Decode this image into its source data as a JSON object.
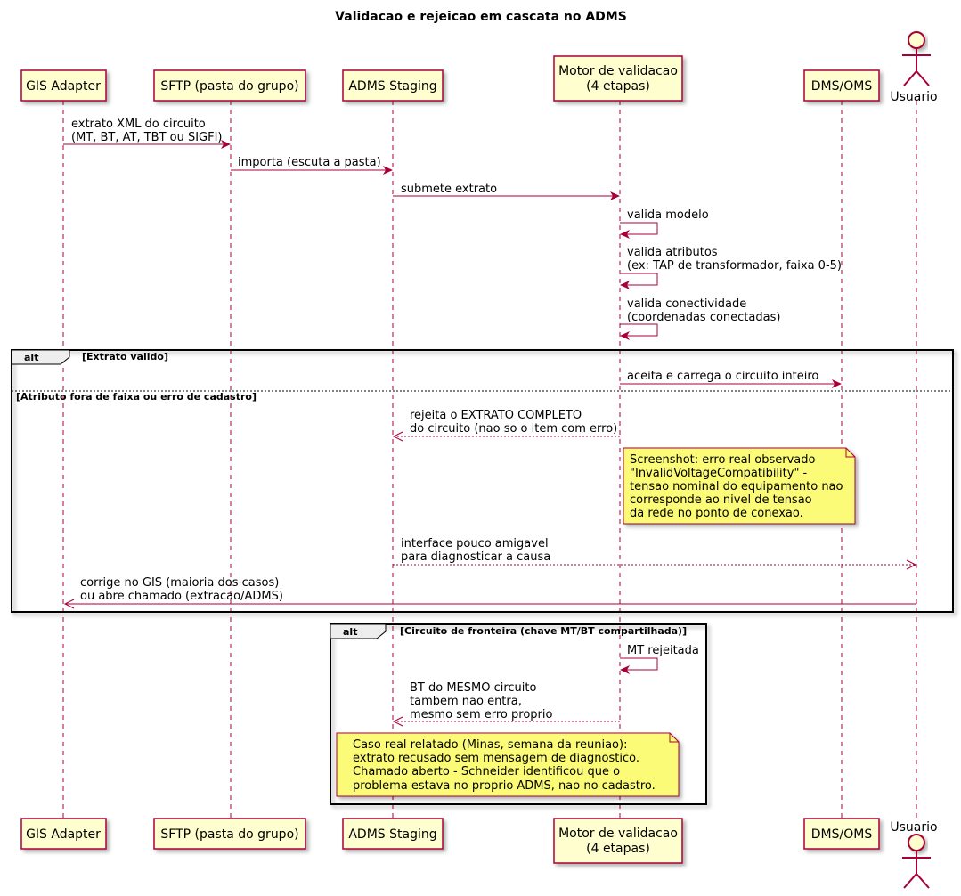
{
  "title": "Validacao e rejeicao em cascata no ADMS",
  "colors": {
    "participant_fill": "#FEFECE",
    "arrow": "#A80036",
    "note_fill": "#FBFB77",
    "frame": "#000000"
  },
  "participants": {
    "gis": {
      "label": "GIS Adapter"
    },
    "sftp": {
      "label": "SFTP (pasta do grupo)"
    },
    "staging": {
      "label": "ADMS Staging"
    },
    "motor": {
      "line1": "Motor de validacao",
      "line2": "(4 etapas)"
    },
    "dms": {
      "label": "DMS/OMS"
    },
    "user": {
      "label": "Usuario",
      "icon": "actor-icon"
    }
  },
  "messages": {
    "m1": {
      "l1": "extrato XML do circuito",
      "l2": "(MT, BT, AT, TBT ou SIGFI)"
    },
    "m2": {
      "l1": "importa (escuta a pasta)"
    },
    "m3": {
      "l1": "submete extrato"
    },
    "m4": {
      "l1": "valida modelo"
    },
    "m5": {
      "l1": "valida atributos",
      "l2": "(ex: TAP de transformador, faixa 0-5)"
    },
    "m6": {
      "l1": "valida conectividade",
      "l2": "(coordenadas conectadas)"
    },
    "m7": {
      "l1": "aceita e carrega o circuito inteiro"
    },
    "m8": {
      "l1": "rejeita o EXTRATO COMPLETO",
      "l2": "do circuito (nao so o item com erro)"
    },
    "m9": {
      "l1": "interface pouco amigavel",
      "l2": "para diagnosticar a causa"
    },
    "m10": {
      "l1": "corrige no GIS (maioria dos casos)",
      "l2": "ou abre chamado (extracao/ADMS)"
    },
    "m11": {
      "l1": "MT rejeitada"
    },
    "m12": {
      "l1": "BT do MESMO circuito",
      "l2": "tambem nao entra,",
      "l3": "mesmo sem erro proprio"
    }
  },
  "groups": {
    "alt1": {
      "keyword": "alt",
      "guard1": "[Extrato valido]",
      "guard2": "[Atributo fora de faixa ou erro de cadastro]"
    },
    "alt2": {
      "keyword": "alt",
      "guard1": "[Circuito de fronteira (chave MT/BT compartilhada)]"
    }
  },
  "notes": {
    "n1": {
      "l1": "Screenshot: erro real observado",
      "l2": "\"InvalidVoltageCompatibility\" -",
      "l3": "tensao nominal do equipamento nao",
      "l4": "corresponde ao nivel de tensao",
      "l5": "da rede no ponto de conexao."
    },
    "n2": {
      "l1": "Caso real relatado (Minas, semana da reuniao):",
      "l2": "extrato recusado sem mensagem de diagnostico.",
      "l3": "Chamado aberto - Schneider identificou que o",
      "l4": "problema estava no proprio ADMS, nao no cadastro."
    }
  }
}
